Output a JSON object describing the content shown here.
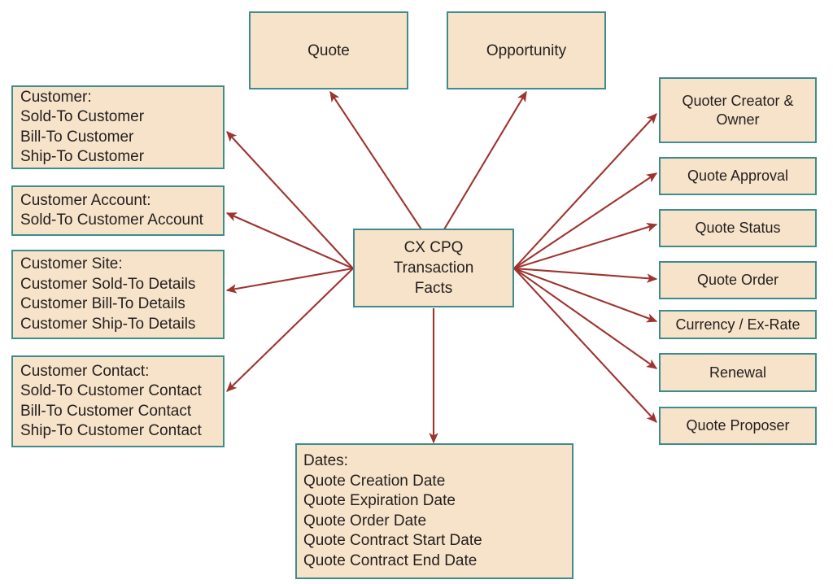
{
  "diagram": {
    "title": "CX CPQ Transaction Facts",
    "colors": {
      "node_fill": "#F7E3C9",
      "node_border": "#3F8C8C",
      "arrow": "#9E3430",
      "text": "#231F20",
      "background": "#FFFFFF"
    },
    "center": {
      "label": "CX CPQ Transaction\nFacts"
    },
    "top_nodes": [
      {
        "label": "Quote"
      },
      {
        "label": "Opportunity"
      }
    ],
    "left_nodes": [
      {
        "title": "Customer:",
        "items": [
          "Sold-To Customer",
          "Bill-To Customer",
          "Ship-To Customer"
        ]
      },
      {
        "title": "Customer Account:",
        "items": [
          "Sold-To Customer Account"
        ]
      },
      {
        "title": "Customer Site:",
        "items": [
          "Customer Sold-To Details",
          "Customer Bill-To Details",
          "Customer Ship-To Details"
        ]
      },
      {
        "title": "Customer Contact:",
        "items": [
          "Sold-To Customer Contact",
          "Bill-To Customer Contact",
          "Ship-To Customer Contact"
        ]
      }
    ],
    "right_nodes": [
      {
        "label": "Quoter Creator &\nOwner"
      },
      {
        "label": "Quote Approval"
      },
      {
        "label": "Quote Status"
      },
      {
        "label": "Quote Order"
      },
      {
        "label": "Currency / Ex-Rate"
      },
      {
        "label": "Renewal"
      },
      {
        "label": "Quote Proposer"
      }
    ],
    "bottom_node": {
      "title": "Dates:",
      "items": [
        "Quote Creation Date",
        "Quote Expiration Date",
        "Quote Order Date",
        "Quote Contract Start Date",
        "Quote Contract End Date"
      ]
    }
  }
}
